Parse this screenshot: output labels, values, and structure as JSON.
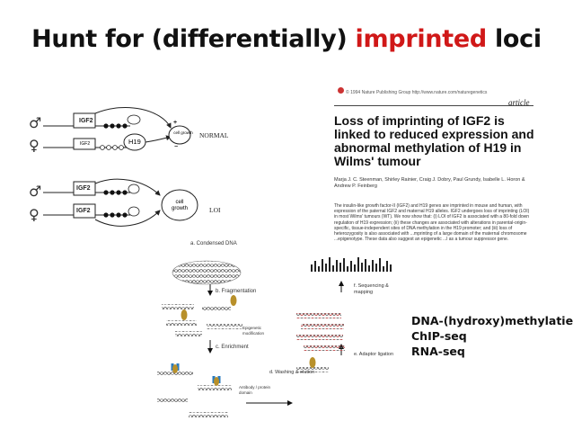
{
  "slide": {
    "title_part1": "Hunt for (differentially) ",
    "title_highlight": "imprinted",
    "title_part2": " loci",
    "highlight_color": "#d01818"
  },
  "diagram_normal": {
    "gene_igf2": "IGF2",
    "gene_h19": "H19",
    "label_cell_growth": "cell growth",
    "label_state": "NORMAL",
    "label_plus": "+",
    "label_minus": "−"
  },
  "diagram_loi": {
    "gene_igf2": "IGF2",
    "label_cell_growth": "cell growth",
    "label_state": "LOI"
  },
  "paper": {
    "copyright": "© 1994 Nature Publishing Group  http://www.nature.com/naturegenetics",
    "article_tag": "article",
    "title_line1": "Loss of imprinting of IGF2 is",
    "title_line2": "linked to reduced expression and",
    "title_line3": "abnormal methylation of H19 in",
    "title_line4": "Wilms' tumour",
    "authors": "Marja J. C. Steenman, Shirley Rainier, Craig J. Dobry, Paul Grundy, Isabelle L. Horon & Andrew P. Feinberg",
    "abstract": "The insulin-like growth factor-II (IGF2) and H19 genes are imprinted in mouse and human, with expression of the paternal IGF2 and maternal H19 alleles. IGF2 undergoes loss of imprinting (LOI) in most Wilms' tumours (WT). We now show that: (i) LOI of IGF2 is associated with a 80-fold down regulation of H19 expression; (ii) these changes are associated with alterations in parental-origin-specific, tissue-independent sites of DNA methylation in the H19 promoter; and (iii) loss of heterozygosity is also associated with ...mprinting of a large domain of the maternal chromosome ...epigenotype. These data also suggest an epigenetic ...l as a tumour suppressor gene."
  },
  "workflow": {
    "a": "a. Condensed DNA",
    "b": "b. Fragmentation",
    "c": "c. Enrichment",
    "d": "d. Washing & elution",
    "e": "e. Adaptor ligation",
    "f": "f. Sequencing & mapping",
    "epigenetic": "Epigenetic modification",
    "antibody": "Antibody / protein domain"
  },
  "methods": [
    "DNA-(hydroxy)methylatie",
    "ChIP-seq",
    "RNA-seq"
  ]
}
